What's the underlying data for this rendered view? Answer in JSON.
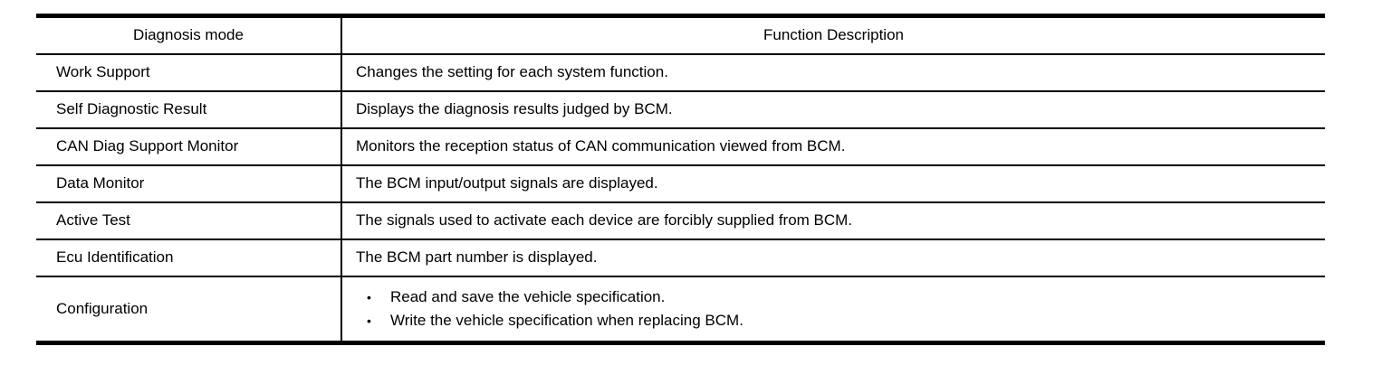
{
  "table": {
    "bullet_glyph": "•",
    "headers": [
      {
        "label": "Diagnosis mode"
      },
      {
        "label": "Function Description"
      }
    ],
    "rows": [
      {
        "mode": "Work Support",
        "description": "Changes the setting for each system function."
      },
      {
        "mode": "Self Diagnostic Result",
        "description": "Displays the diagnosis results judged by BCM."
      },
      {
        "mode": "CAN Diag Support Monitor",
        "description": "Monitors the reception status of CAN communication viewed from BCM."
      },
      {
        "mode": "Data Monitor",
        "description": "The BCM input/output signals are displayed."
      },
      {
        "mode": "Active Test",
        "description": "The signals used to activate each device are forcibly supplied from BCM."
      },
      {
        "mode": "Ecu Identification",
        "description": "The BCM part number is displayed."
      },
      {
        "mode": "Configuration",
        "bullets": [
          "Read and save the vehicle specification.",
          "Write the vehicle specification when replacing BCM."
        ]
      }
    ]
  }
}
